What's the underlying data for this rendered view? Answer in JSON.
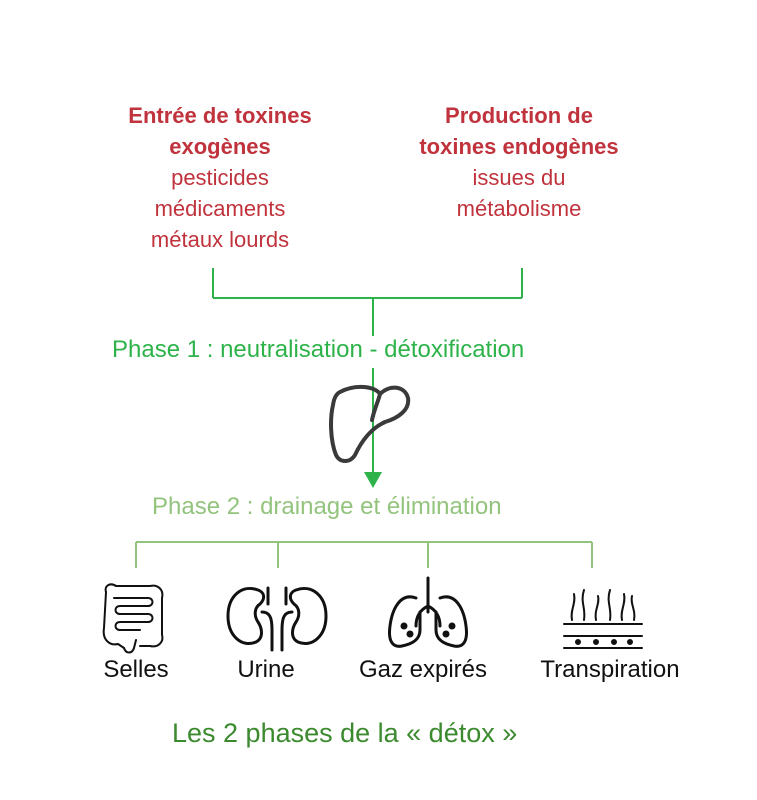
{
  "sources": {
    "exogenous": {
      "title_line1": "Entrée de toxines",
      "title_line2": "exogènes",
      "items": [
        "pesticides",
        "médicaments",
        "métaux lourds"
      ]
    },
    "endogenous": {
      "title_line1": "Production de",
      "title_line2": "toxines endogènes",
      "items": [
        "issues du",
        "métabolisme"
      ]
    }
  },
  "phase1": {
    "label": "Phase 1   : neutralisation  - détoxification"
  },
  "phase2": {
    "label": "Phase 2 : drainage et élimination"
  },
  "outputs": [
    {
      "label": "Selles",
      "icon": "intestine-icon"
    },
    {
      "label": "Urine",
      "icon": "kidney-icon"
    },
    {
      "label": "Gaz expirés",
      "icon": "lungs-icon"
    },
    {
      "label": "Transpiration",
      "icon": "skin-icon"
    }
  ],
  "caption": "Les 2 phases de la «  détox »",
  "colors": {
    "source_text": "#c0333d",
    "phase1": "#2db34a",
    "phase2": "#93c47d",
    "caption": "#3b8a2e"
  }
}
